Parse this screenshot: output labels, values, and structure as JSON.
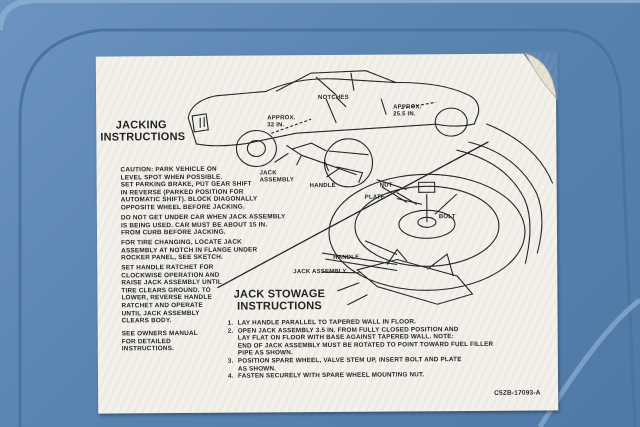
{
  "jacking": {
    "title_line1": "JACKING",
    "title_line2": "INSTRUCTIONS",
    "paragraphs": [
      "CAUTION: PARK VEHICLE ON\nLEVEL SPOT WHEN POSSIBLE.\nSET PARKING BRAKE, PUT GEAR SHIFT\nIN REVERSE (PARKED POSITION FOR\nAUTOMATIC SHIFT). BLOCK DIAGONALLY\nOPPOSITE WHEEL BEFORE JACKING.",
      "DO NOT GET UNDER CAR WHEN JACK ASSEMBLY\nIS BEING USED. CAR MUST BE ABOUT 15 IN.\nFROM CURB BEFORE JACKING.",
      "FOR TIRE CHANGING, LOCATE JACK\nASSEMBLY AT NOTCH IN FLANGE UNDER\nROCKER PANEL, SEE SKETCH.",
      "SET HANDLE RATCHET FOR\nCLOCKWISE OPERATION AND\nRAISE JACK ASSEMBLY UNTIL\nTIRE CLEARS GROUND. TO\nLOWER, REVERSE HANDLE\nRATCHET AND OPERATE\nUNTIL JACK ASSEMBLY\nCLEARS BODY.",
      "SEE OWNERS MANUAL\nFOR DETAILED\nINSTRUCTIONS."
    ]
  },
  "diagram_labels": {
    "notches": "NOTCHES",
    "approx_32": "APPROX.\n32 IN.",
    "approx_25": "APPROX.\n25.5 IN.",
    "jack_assembly_top": "JACK\nASSEMBLY",
    "handle_top": "HANDLE",
    "nut": "NUT",
    "plate": "PLATE",
    "bolt": "BOLT",
    "handle_bottom": "HANDLE",
    "jack_assembly_bottom": "JACK ASSEMBLY"
  },
  "stowage": {
    "title_line1": "JACK STOWAGE",
    "title_line2": "INSTRUCTIONS",
    "steps": [
      {
        "num": "1.",
        "text": "LAY HANDLE PARALLEL TO TAPERED WALL IN FLOOR."
      },
      {
        "num": "2.",
        "text": "OPEN JACK ASSEMBLY 3.5 IN. FROM FULLY CLOSED POSITION AND\nLAY FLAT ON FLOOR WITH BASE AGAINST TAPERED WALL. NOTE:\nEND OF JACK ASSEMBLY MUST BE ROTATED TO POINT TOWARD FUEL FILLER\nPIPE AS SHOWN."
      },
      {
        "num": "3.",
        "text": "POSITION SPARE WHEEL, VALVE STEM UP, INSERT BOLT AND PLATE\nAS SHOWN."
      },
      {
        "num": "4.",
        "text": "FASTEN SECURELY WITH SPARE WHEEL MOUNTING NUT."
      }
    ]
  },
  "part_number": "C5ZB-17093-A",
  "colors": {
    "panel_blue": "#5f88b3",
    "sticker_paper": "#f3f1ea",
    "ink": "#1f1f1f"
  }
}
